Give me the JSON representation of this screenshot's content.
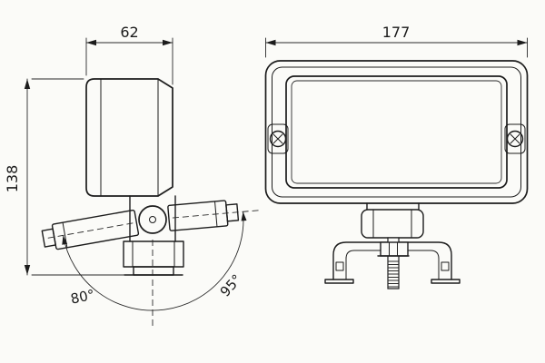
{
  "drawing": {
    "dimensions": {
      "width_side": "62",
      "width_front": "177",
      "height": "138",
      "angle_left": "80°",
      "angle_right": "95°"
    }
  }
}
